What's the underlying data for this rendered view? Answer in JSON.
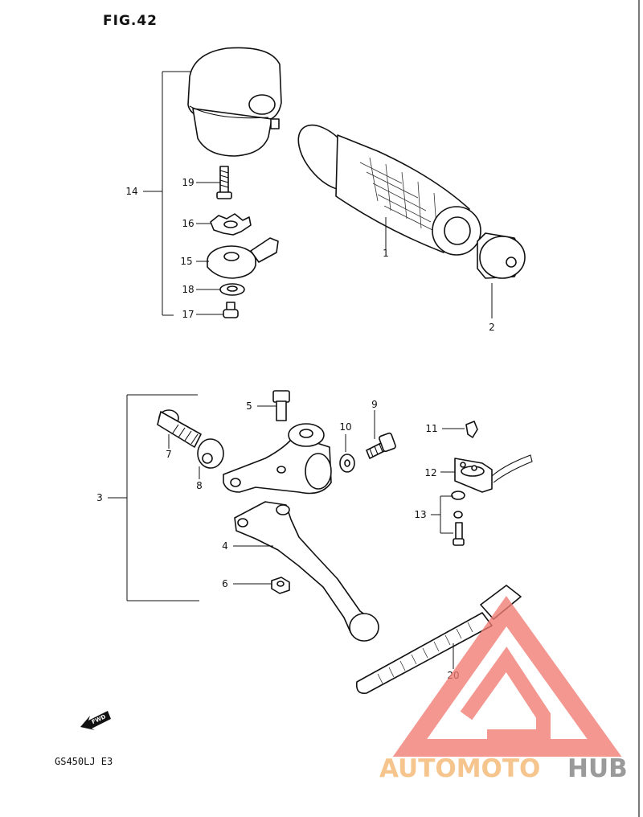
{
  "figure": {
    "title": "FIG.42",
    "model_code": "GS450LJ E3",
    "fwd_label": "FWD"
  },
  "callouts": [
    {
      "id": "1",
      "text": "1"
    },
    {
      "id": "2",
      "text": "2"
    },
    {
      "id": "3",
      "text": "3"
    },
    {
      "id": "4",
      "text": "4"
    },
    {
      "id": "5",
      "text": "5"
    },
    {
      "id": "6",
      "text": "6"
    },
    {
      "id": "7",
      "text": "7"
    },
    {
      "id": "8",
      "text": "8"
    },
    {
      "id": "9",
      "text": "9"
    },
    {
      "id": "10",
      "text": "10"
    },
    {
      "id": "11",
      "text": "11"
    },
    {
      "id": "12",
      "text": "12"
    },
    {
      "id": "13",
      "text": "13"
    },
    {
      "id": "14",
      "text": "14"
    },
    {
      "id": "15",
      "text": "15"
    },
    {
      "id": "16",
      "text": "16"
    },
    {
      "id": "17",
      "text": "17"
    },
    {
      "id": "18",
      "text": "18"
    },
    {
      "id": "19",
      "text": "19"
    },
    {
      "id": "20",
      "text": "20"
    }
  ],
  "watermark": {
    "text_left": "AUTOMOTO",
    "text_right": "HUB",
    "color_left": "#f6c58d",
    "color_right": "#9a9a9a",
    "logo_color": "#f07a72"
  }
}
